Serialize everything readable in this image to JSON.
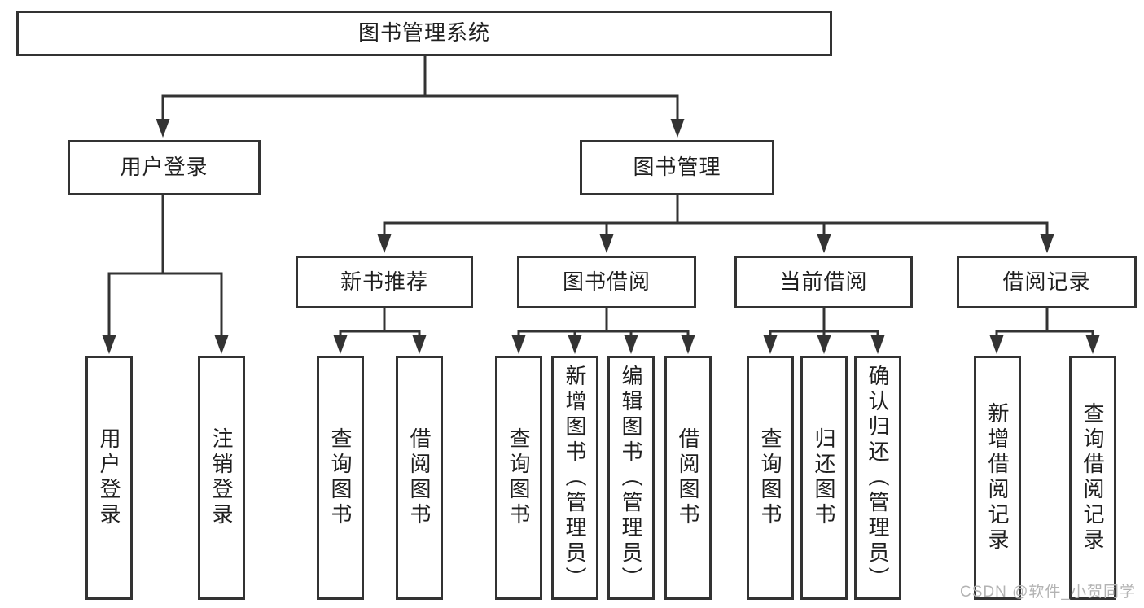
{
  "diagram": {
    "type": "hierarchy-tree",
    "title": "图书管理系统",
    "colors": {
      "background": "#ffffff",
      "line": "#333333",
      "box_border": "#333333",
      "text": "#1f1f1f",
      "watermark": "#b3b3b3"
    },
    "root": {
      "label": "图书管理系统"
    },
    "branches": [
      {
        "label": "用户登录",
        "children": [
          "用户登录",
          "注销登录"
        ]
      },
      {
        "label": "图书管理",
        "children_groups": [
          {
            "label": "新书推荐",
            "children": [
              "查询图书",
              "借阅图书"
            ]
          },
          {
            "label": "图书借阅",
            "children": [
              "查询图书",
              "新增图书（管理员）",
              "编辑图书（管理员）",
              "借阅图书"
            ]
          },
          {
            "label": "当前借阅",
            "children": [
              "查询图书",
              "归还图书",
              "确认归还（管理员）"
            ]
          },
          {
            "label": "借阅记录",
            "children": [
              "新增借阅记录",
              "查询借阅记录"
            ]
          }
        ]
      }
    ],
    "watermark": "CSDN @软件_小贺同学"
  }
}
